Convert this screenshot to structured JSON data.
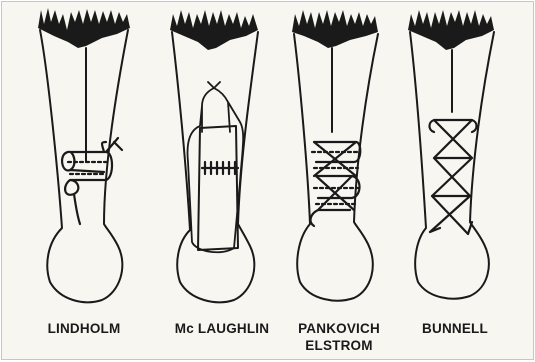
{
  "figure": {
    "colors": {
      "paper": "#f7f6f1",
      "ink": "#1a1a1a"
    },
    "panels": [
      {
        "name": "lindholm",
        "label_lines": [
          "LINDHOLM"
        ]
      },
      {
        "name": "mclaughlin",
        "label_lines": [
          "Mc LAUGHLIN"
        ]
      },
      {
        "name": "pankovich-elstrom",
        "label_lines": [
          "PANKOVICH",
          "ELSTROM"
        ]
      },
      {
        "name": "bunnell",
        "label_lines": [
          "BUNNELL"
        ]
      }
    ]
  }
}
